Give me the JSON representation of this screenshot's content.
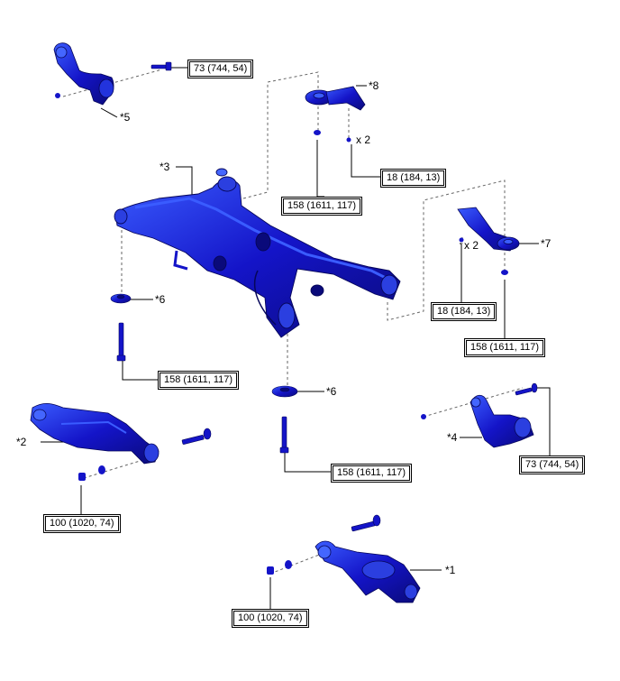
{
  "torque_labels": {
    "t1": "73 (744, 54)",
    "t2": "158 (1611, 117)",
    "t3": "18 (184, 13)",
    "t4": "18 (184, 13)",
    "t5": "158 (1611, 117)",
    "t6": "158 (1611, 117)",
    "t7": "73 (744, 54)",
    "t8": "100 (1020, 74)",
    "t9": "158 (1611, 117)",
    "t10": "100 (1020, 74)"
  },
  "callouts": {
    "c1": "*1",
    "c2": "*2",
    "c3": "*3",
    "c4": "*4",
    "c5": "*5",
    "c6a": "*6",
    "c6b": "*6",
    "c7": "*7",
    "c8": "*8",
    "qty_a": "x 2",
    "qty_b": "x 2"
  },
  "colors": {
    "part": "#1414c8",
    "part_dark": "#0a0a7a",
    "part_light": "#3a5cff",
    "line": "#000000",
    "dash": "#666666"
  }
}
